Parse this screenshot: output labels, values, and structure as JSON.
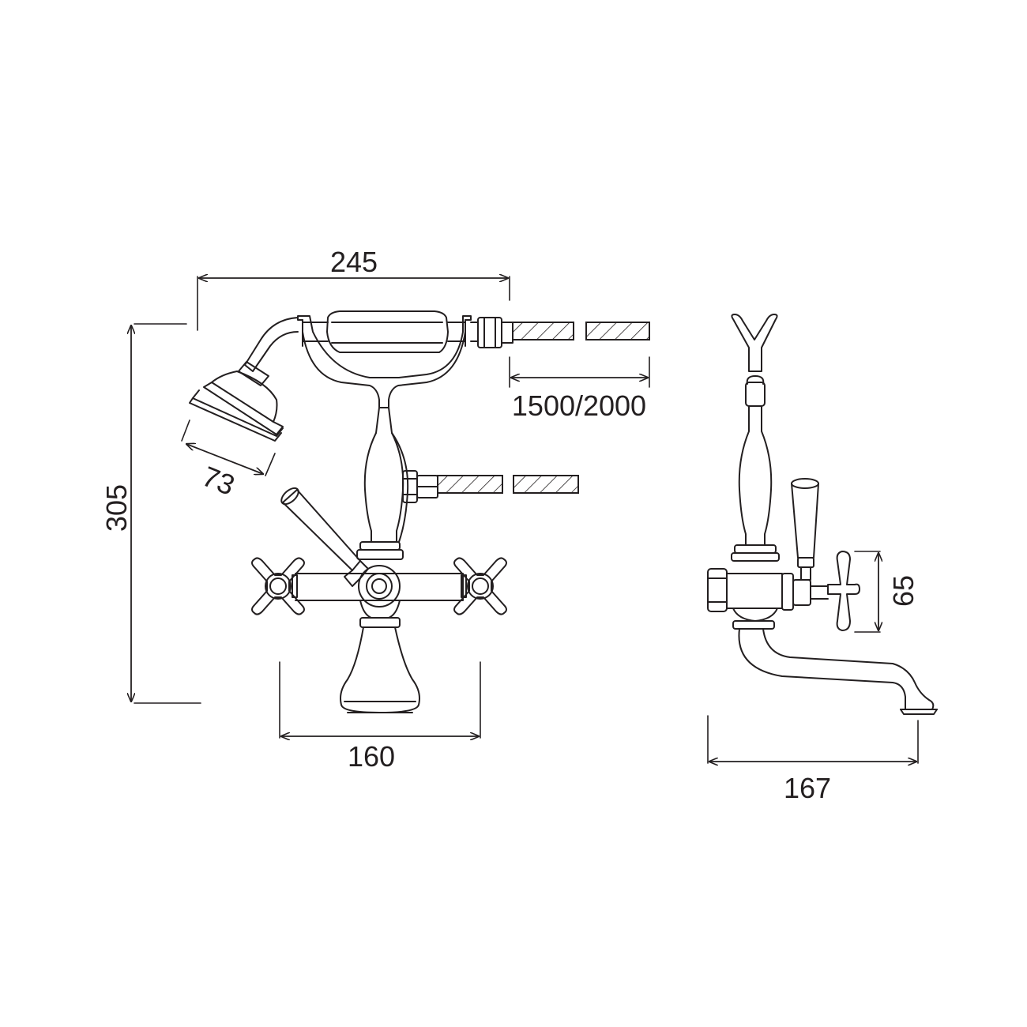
{
  "diagram": {
    "ink_color": "#231f20",
    "background": "#ffffff",
    "dimensions": {
      "overall_width": "245",
      "overall_height": "305",
      "hose_length": "1500/2000",
      "handset_diameter": "73",
      "tap_centres": "160",
      "spout_projection": "167",
      "handle_height": "65"
    }
  }
}
